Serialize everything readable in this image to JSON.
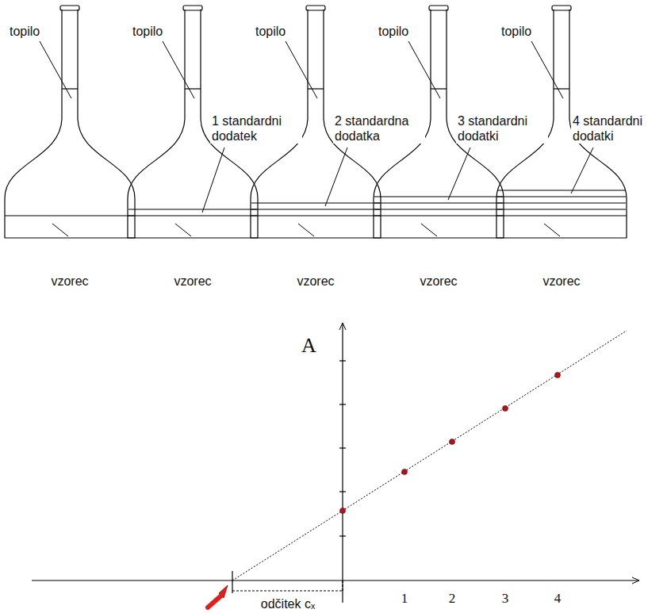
{
  "diagram": {
    "labels": [
      "topilo",
      "topilo",
      "topilo",
      "topilo",
      "topilo",
      "1 standardni dodatek",
      "2 standardna dodatka",
      "3 standardni dodatki",
      "4 standardni dodatki",
      "vzorec",
      "vzorec",
      "vzorec",
      "vzorec",
      "vzorec",
      "A",
      "1",
      "2",
      "3",
      "4",
      "odčitek cₓ"
    ]
  }
}
